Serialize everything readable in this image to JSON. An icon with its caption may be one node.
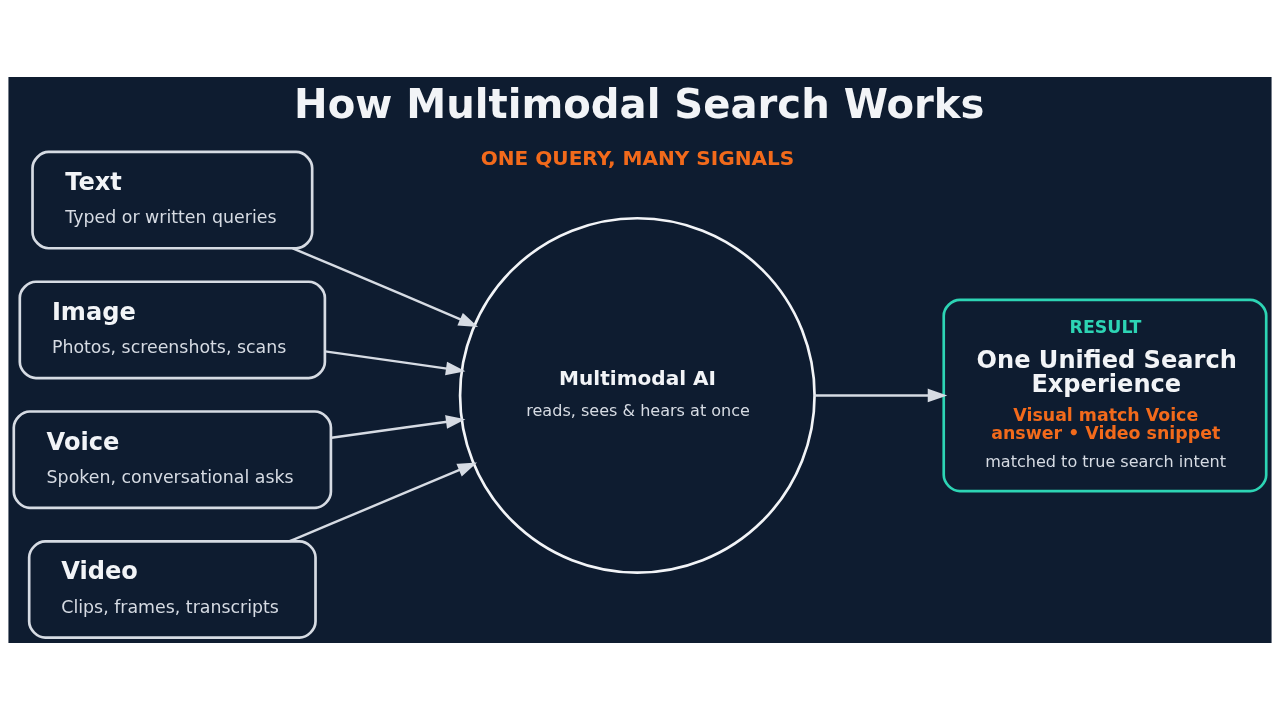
{
  "diagram": {
    "title": "How Multimodal Search Works",
    "nodes": [
      {
        "text": [
          "Text",
          "Typed or written queries"
        ]
      },
      {
        "text": [
          "Image",
          "Photos, screenshots, scans"
        ]
      },
      {
        "text": [
          "Voice",
          "Spoken, conversational asks"
        ]
      },
      {
        "text": [
          "Video",
          "Clips, frames, transcripts"
        ]
      },
      {
        "text": [
          "Multimodal AI",
          "reads, sees & hears at once"
        ]
      },
      {
        "text": [
          "RESULT",
          "One Unified Search Experience",
          "Visual match Voice answer • Video snippet",
          "matched to true search intent"
        ]
      }
    ],
    "edges": [
      {
        "from": 0,
        "to": 4,
        "arrow": "to"
      },
      {
        "from": 1,
        "to": 4,
        "arrow": "to"
      },
      {
        "from": 2,
        "to": 4,
        "arrow": "to"
      },
      {
        "from": 3,
        "to": 4,
        "arrow": "to"
      },
      {
        "from": 4,
        "to": 5,
        "arrow": "to"
      }
    ],
    "labels": [
      "ONE QUERY, MANY SIGNALS"
    ]
  }
}
